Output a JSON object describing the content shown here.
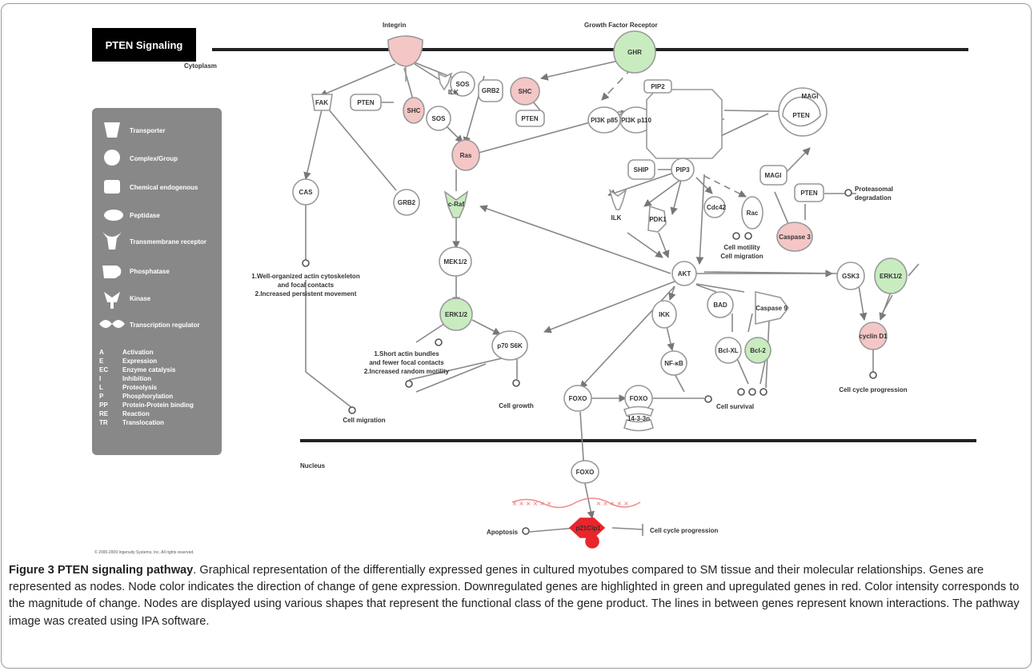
{
  "diagram": {
    "title": "PTEN Signaling",
    "regions": {
      "cytoplasm": "Cytoplasm",
      "nucleus": "Nucleus"
    },
    "receptors": {
      "integrin": "Integrin",
      "gfr": "Growth Factor Receptor"
    },
    "nodes": {
      "ghr": "GHR",
      "shc_top": "SHC",
      "sos_top": "SOS",
      "grb2_top": "GRB2",
      "ilk_top": "ILK",
      "fak": "FAK",
      "pten_left": "PTEN",
      "shc_left": "SHC",
      "sos_mid": "SOS",
      "pten_mid": "PTEN",
      "pi3k_p85": "PI3K p85",
      "pi3k_p110": "PI3K p110",
      "pip2": "PIP2",
      "pip3": "PIP3",
      "magi_top": "MAGI",
      "pten_magi": "PTEN",
      "magi_mid": "MAGI",
      "pten_right": "PTEN",
      "caspase3": "Caspase 3",
      "ship": "SHIP",
      "ras": "Ras",
      "cas": "CAS",
      "grb2_left": "GRB2",
      "craf": "c-Raf",
      "ilk_mid": "ILK",
      "pdk1": "PDK1",
      "cdc42": "Cdc42",
      "rac": "Rac",
      "mek12": "MEK1/2",
      "akt": "AKT",
      "gsk3": "GSK3",
      "erk12_right": "ERK1/2",
      "cyclin_d1": "cyclin D1",
      "erk12_mid": "ERK1/2",
      "ikk": "IKK",
      "bad": "BAD",
      "caspase9": "Caspase 9",
      "p70s6k": "p70 S6K",
      "nfkb": "NF-κB",
      "bclxl": "Bcl-XL",
      "bcl2": "Bcl-2",
      "foxo1": "FOXO",
      "foxo2": "FOXO",
      "b14": "14-3-3n",
      "foxo3": "FOXO",
      "p21": "p21Cip1"
    },
    "outcomes": {
      "proteasomal_1": "Proteasomal",
      "proteasomal_2": "degradation",
      "motility_1": "Cell motility",
      "motility_2": "Cell migration",
      "actin_1": "1.Well-organized actin cytoskeleton",
      "actin_2": "and focal contacts",
      "actin_3": "2.Increased persistent movement",
      "short_1": "1.Short actin bundles",
      "short_2": "and fewer focal contacts",
      "short_3": "2.Increased random motility",
      "cell_migration": "Cell migration",
      "cell_growth": "Cell growth",
      "cell_survival": "Cell survival",
      "cycle_right": "Cell cycle progression",
      "apoptosis": "Apoptosis",
      "cycle_bottom": "Cell cycle progression"
    },
    "legend": {
      "items": [
        "Transporter",
        "Complex/Group",
        "Chemical endogenous",
        "Peptidase",
        "Transmembrane receptor",
        "Phosphatase",
        "Kinase",
        "Transcription regulator"
      ],
      "abbrevs": [
        [
          "A",
          "Activation"
        ],
        [
          "E",
          "Expression"
        ],
        [
          "EC",
          "Enzyme catalysis"
        ],
        [
          "I",
          "Inhibition"
        ],
        [
          "L",
          "Proteolysis"
        ],
        [
          "P",
          "Phosphorylation"
        ],
        [
          "PP",
          "Protein-Protein binding"
        ],
        [
          "RE",
          "Reaction"
        ],
        [
          "TR",
          "Translocation"
        ]
      ]
    },
    "copyright": "© 2000-2009 Ingenuity Systems, Inc. All rights reserved.",
    "colors": {
      "up": "#f5c6c6",
      "down": "#c8ecc0",
      "strong_up": "#e8262b",
      "legend_bg": "#888888",
      "title_bg": "#000000"
    }
  },
  "caption": {
    "label": "Figure 3 PTEN signaling pathway",
    "text": ". Graphical representation of the differentially expressed genes in cultured myotubes compared to SM tissue and their molecular relationships. Genes are represented as nodes. Node color indicates the direction of change of gene expression. Downregulated genes are highlighted in green and upregulated genes in red. Color intensity corresponds to the magnitude of change. Nodes are displayed using various shapes that represent the functional class of the gene product. The lines in between genes represent known interactions. The pathway image was created using IPA software."
  }
}
